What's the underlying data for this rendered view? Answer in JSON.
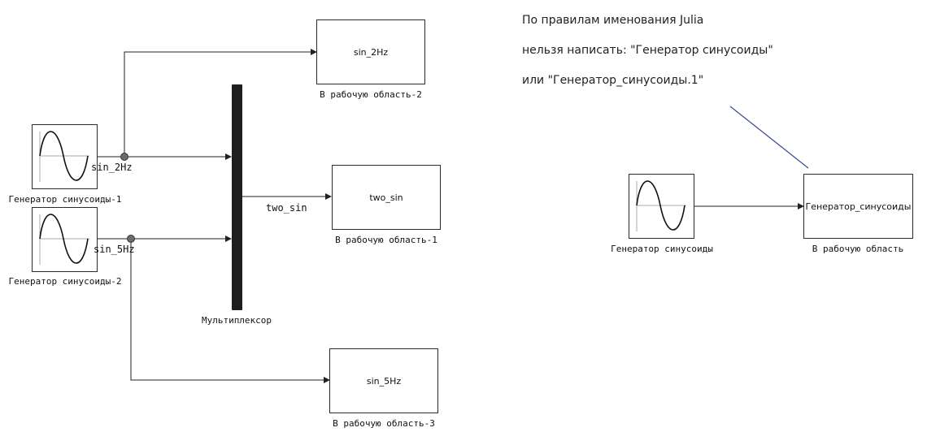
{
  "colors": {
    "line": "#222222",
    "note_line": "#3b4a9a",
    "block_border": "#2a2a2a",
    "mux_fill": "#1e1e1e",
    "node_fill": "#6b6b6b"
  },
  "icons": {
    "source": "sine-wave-icon"
  },
  "blocks": {
    "sine_gen_1": {
      "label": "Генератор синусоиды-1"
    },
    "sine_gen_2": {
      "label": "Генератор синусоиды-2"
    },
    "sine_gen_3": {
      "label": "Генератор синусоиды"
    },
    "mux": {
      "label": "Мультиплексор"
    },
    "ws_2": {
      "text": "sin_2Hz",
      "label": "В рабочую область-2"
    },
    "ws_1": {
      "text": "two_sin",
      "label": "В рабочую область-1"
    },
    "ws_3": {
      "text": "sin_5Hz",
      "label": "В рабочую область-3"
    },
    "ws_main": {
      "text": "Генератор_синусоиды",
      "label": "В рабочую область"
    }
  },
  "signals": {
    "sin_2hz": "sin_2Hz",
    "sin_5hz": "sin_5Hz",
    "two_sin": "two_sin"
  },
  "annotation": {
    "line1": "По правилам именования Julia",
    "line2": "нельзя написать: \"Генератор синусоиды\"",
    "line3": "или \"Генератор_синусоиды.1\""
  }
}
